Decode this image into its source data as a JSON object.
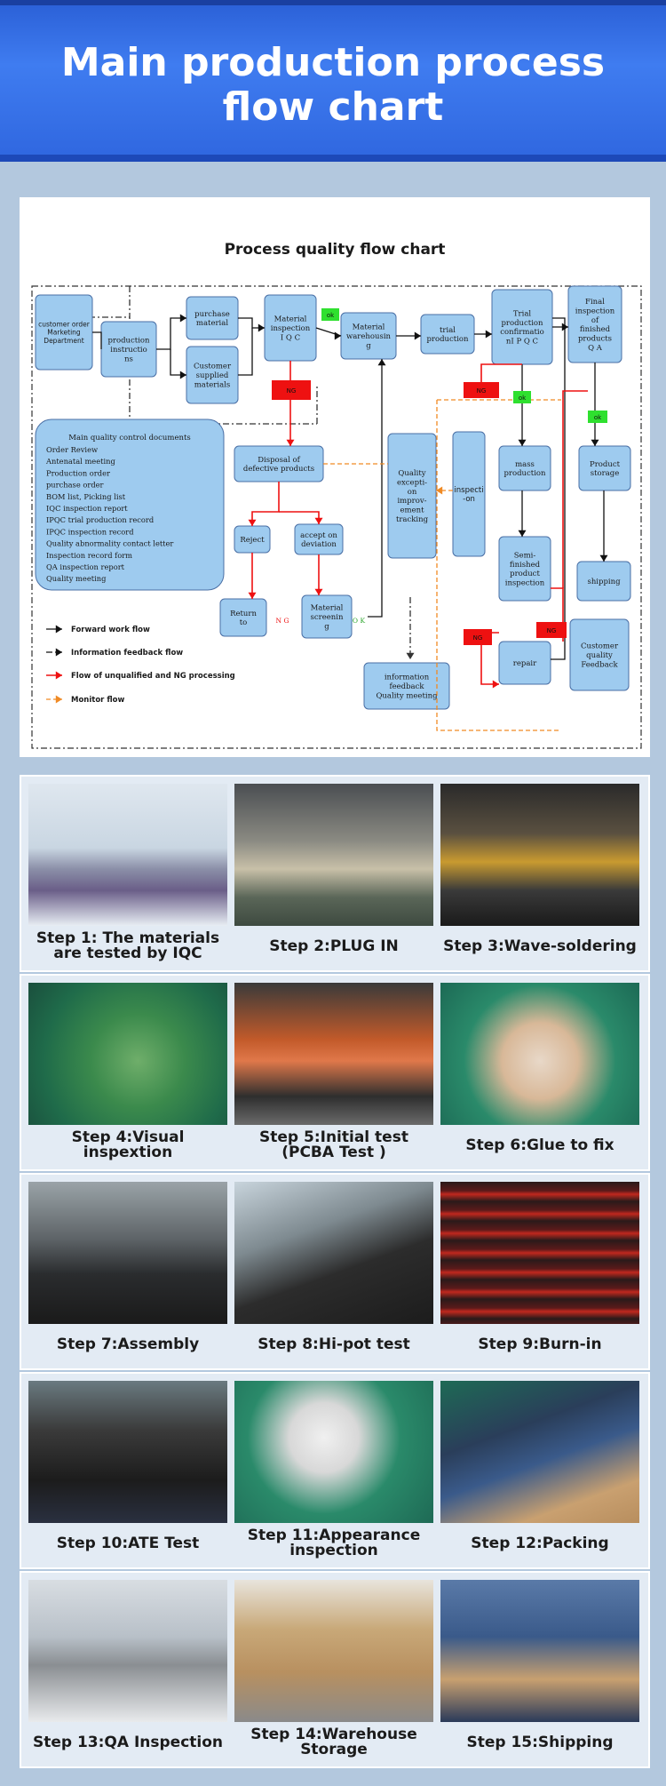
{
  "header": {
    "title_line1": "Main production process",
    "title_line2": "flow chart"
  },
  "diagram": {
    "title": "Process quality flow chart",
    "nodes": {
      "customer_order": [
        "customer order",
        "Marketing",
        "Department"
      ],
      "production_instructions": [
        "production",
        "instructio",
        "ns"
      ],
      "purchase_material": [
        "purchase",
        "material"
      ],
      "customer_supplied": [
        "Customer",
        "supplied",
        "materials"
      ],
      "material_inspection": [
        "Material",
        "inspection",
        "I Q C"
      ],
      "material_warehousing": [
        "Material",
        "warehousin",
        "g"
      ],
      "trial_production": [
        "trial",
        "production"
      ],
      "trial_confirmation": [
        "Trial",
        "production",
        "confirmatio",
        "nI P Q C"
      ],
      "final_inspection": [
        "Final",
        "inspection",
        "of",
        "finished",
        "products",
        "Q A"
      ],
      "disposal": [
        "Disposal of",
        "defective products"
      ],
      "quality_exception": [
        "Quality",
        "excepti-",
        "on",
        "improv-",
        "ement",
        "tracking"
      ],
      "inspection_vertical": [
        "inspecti",
        "-on"
      ],
      "mass_production": [
        "mass",
        "production"
      ],
      "product_storage": [
        "Product",
        "storage"
      ],
      "reject": [
        "Reject"
      ],
      "accept_deviation": [
        "accept on",
        "deviation"
      ],
      "semi_finished": [
        "Semi-",
        "finished",
        "product",
        "inspection"
      ],
      "shipping": [
        "shipping"
      ],
      "return_to": [
        "Return",
        "to"
      ],
      "material_screening": [
        "Material",
        "screenin",
        "g"
      ],
      "repair": [
        "repair"
      ],
      "information_feedback": [
        "information",
        "feedback",
        "Quality meeting"
      ],
      "customer_quality_feedback": [
        "Customer",
        "quality",
        "Feedback"
      ]
    },
    "documents": {
      "title": "Main quality control documents",
      "items": [
        "Order Review",
        "Antenatal meeting",
        "Production order",
        "purchase order",
        "BOM list, Picking list",
        "IQC inspection report",
        "IPQC trial production record",
        "IPQC inspection record",
        "Quality abnormality contact letter",
        "Inspection record form",
        "QA inspection report",
        "Quality meeting"
      ]
    },
    "tags": {
      "ok": "ok",
      "ng": "NG",
      "ng_spaced": "N G",
      "ok_spaced": "O K"
    },
    "legend": [
      "Forward work flow",
      "Information feedback flow",
      "Flow of unqualified and NG processing",
      "Monitor flow"
    ],
    "colors": {
      "box_fill": "#9ecbef",
      "box_stroke": "#4a6fa5",
      "ok_green": "#2fe02f",
      "ng_red": "#ee1111",
      "monitor_orange": "#f08a24"
    }
  },
  "steps": [
    {
      "lines": [
        "Step 1: The materials",
        "are tested by IQC"
      ],
      "photo": "iqc-lab-photo"
    },
    {
      "lines": [
        "Step 2:PLUG IN"
      ],
      "photo": "plug-in-photo"
    },
    {
      "lines": [
        "Step 3:Wave-soldering"
      ],
      "photo": "wave-soldering-photo"
    },
    {
      "lines": [
        "Step 4:Visual inspextion"
      ],
      "photo": "visual-inspection-photo"
    },
    {
      "lines": [
        "Step 5:Initial test",
        "(PCBA Test )"
      ],
      "photo": "initial-test-photo"
    },
    {
      "lines": [
        "Step 6:Glue to fix"
      ],
      "photo": "glue-fix-photo"
    },
    {
      "lines": [
        "Step 7:Assembly"
      ],
      "photo": "assembly-photo"
    },
    {
      "lines": [
        "Step 8:Hi-pot test"
      ],
      "photo": "hipot-test-photo"
    },
    {
      "lines": [
        "Step 9:Burn-in"
      ],
      "photo": "burn-in-photo"
    },
    {
      "lines": [
        "Step 10:ATE Test"
      ],
      "photo": "ate-test-photo"
    },
    {
      "lines": [
        "Step 11:Appearance",
        "inspection"
      ],
      "photo": "appearance-inspection-photo"
    },
    {
      "lines": [
        "Step 12:Packing"
      ],
      "photo": "packing-photo"
    },
    {
      "lines": [
        "Step 13:QA Inspection"
      ],
      "photo": "qa-inspection-photo"
    },
    {
      "lines": [
        "Step 14:Warehouse Storage"
      ],
      "photo": "warehouse-photo"
    },
    {
      "lines": [
        "Step 15:Shipping"
      ],
      "photo": "shipping-container-photo"
    }
  ]
}
